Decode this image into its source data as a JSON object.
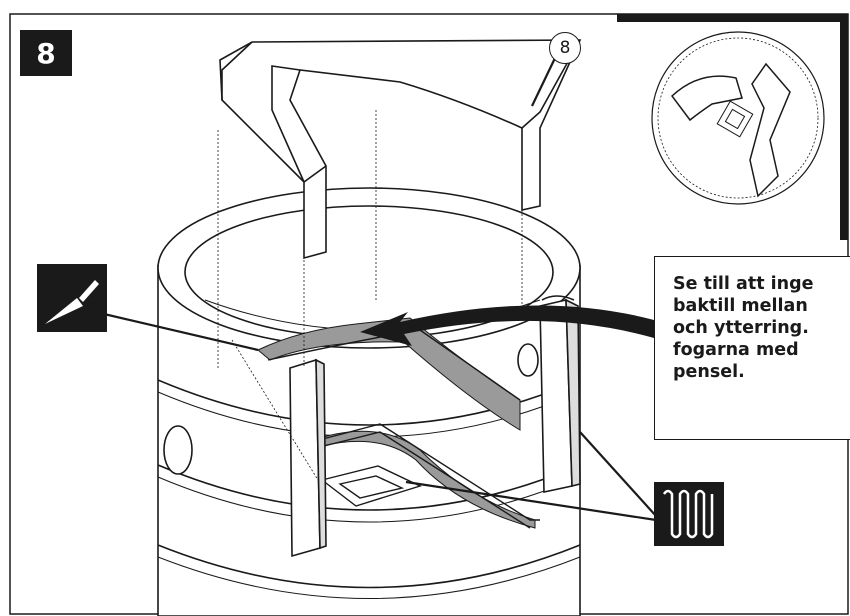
{
  "step": {
    "number": "8"
  },
  "part": {
    "number": "8"
  },
  "callout": {
    "lines": [
      "Se till att inge",
      "baktill mellan",
      "och ytterring.",
      "fogarna med",
      "pensel."
    ]
  },
  "icons": {
    "trowel": "trowel-icon",
    "joint": "joint-fill-icon",
    "detail": "top-view-detail-icon"
  },
  "colors": {
    "ink": "#1a1a1a",
    "mortar": "#9a9a9a",
    "paper": "#ffffff"
  }
}
